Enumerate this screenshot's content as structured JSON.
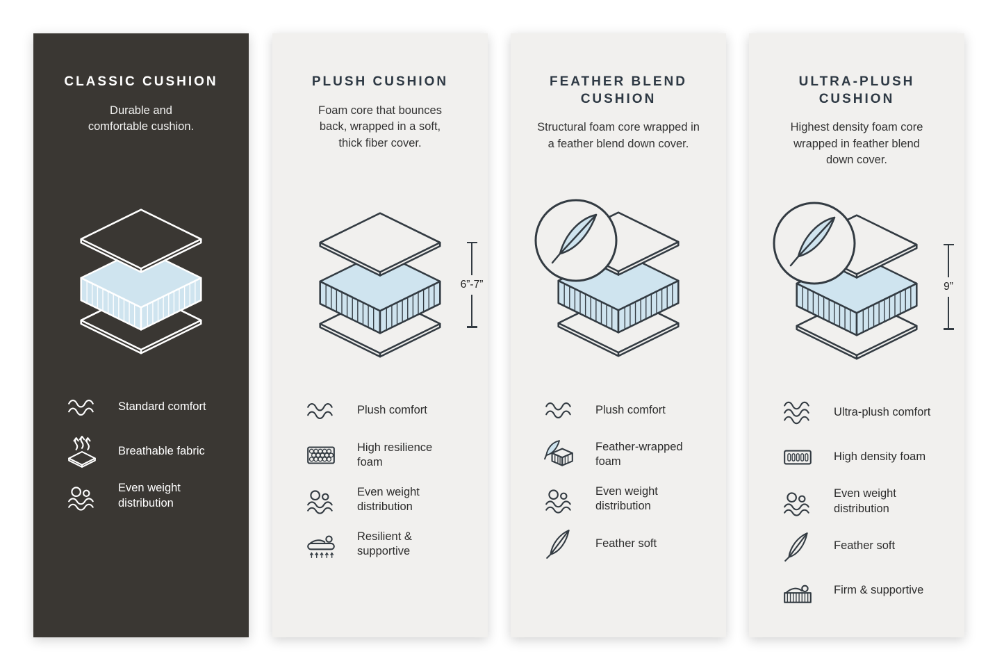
{
  "colors": {
    "page_background": "#ffffff",
    "dark_panel_background": "#3a3733",
    "light_panel_background": "#f1f0ee",
    "foam_blue": "#cfe4ef",
    "line_dark": "#333b42",
    "line_light": "#ffffff",
    "title_color": "#2e3944"
  },
  "panels": [
    {
      "id": "classic",
      "theme": "dark",
      "title": "CLASSIC CUSHION",
      "description": "Durable and\ncomfortable cushion.",
      "features": [
        {
          "icon": "wave-icon",
          "label": "Standard comfort"
        },
        {
          "icon": "breathable-icon",
          "label": "Breathable fabric"
        },
        {
          "icon": "weight-icon",
          "label": "Even weight\ndistribution"
        }
      ]
    },
    {
      "id": "plush",
      "theme": "light",
      "title": "PLUSH CUSHION",
      "description": "Foam core that bounces\nback, wrapped in a soft,\nthick fiber cover.",
      "height_label": "6”-7”",
      "features": [
        {
          "icon": "wave-icon",
          "label": "Plush comfort"
        },
        {
          "icon": "resilience-foam-icon",
          "label": "High resilience\nfoam"
        },
        {
          "icon": "weight-icon",
          "label": "Even weight\ndistribution"
        },
        {
          "icon": "resilient-icon",
          "label": "Resilient &\nsupportive"
        }
      ]
    },
    {
      "id": "feather-blend",
      "theme": "light",
      "title": "FEATHER BLEND\nCUSHION",
      "description": "Structural foam core wrapped in\na feather blend down cover.",
      "features": [
        {
          "icon": "wave-icon",
          "label": "Plush comfort"
        },
        {
          "icon": "feather-foam-icon",
          "label": "Feather-wrapped\nfoam"
        },
        {
          "icon": "weight-icon",
          "label": "Even weight\ndistribution"
        },
        {
          "icon": "feather-icon",
          "label": "Feather soft"
        }
      ]
    },
    {
      "id": "ultra-plush",
      "theme": "light",
      "title": "ULTRA-PLUSH\nCUSHION",
      "description": "Highest density foam core\nwrapped in feather blend\ndown cover.",
      "height_label": "9”",
      "features": [
        {
          "icon": "ultra-wave-icon",
          "label": "Ultra-plush comfort"
        },
        {
          "icon": "density-foam-icon",
          "label": "High density foam"
        },
        {
          "icon": "weight-icon",
          "label": "Even weight\ndistribution"
        },
        {
          "icon": "feather-icon",
          "label": "Feather soft"
        },
        {
          "icon": "firm-icon",
          "label": "Firm & supportive"
        }
      ]
    }
  ]
}
